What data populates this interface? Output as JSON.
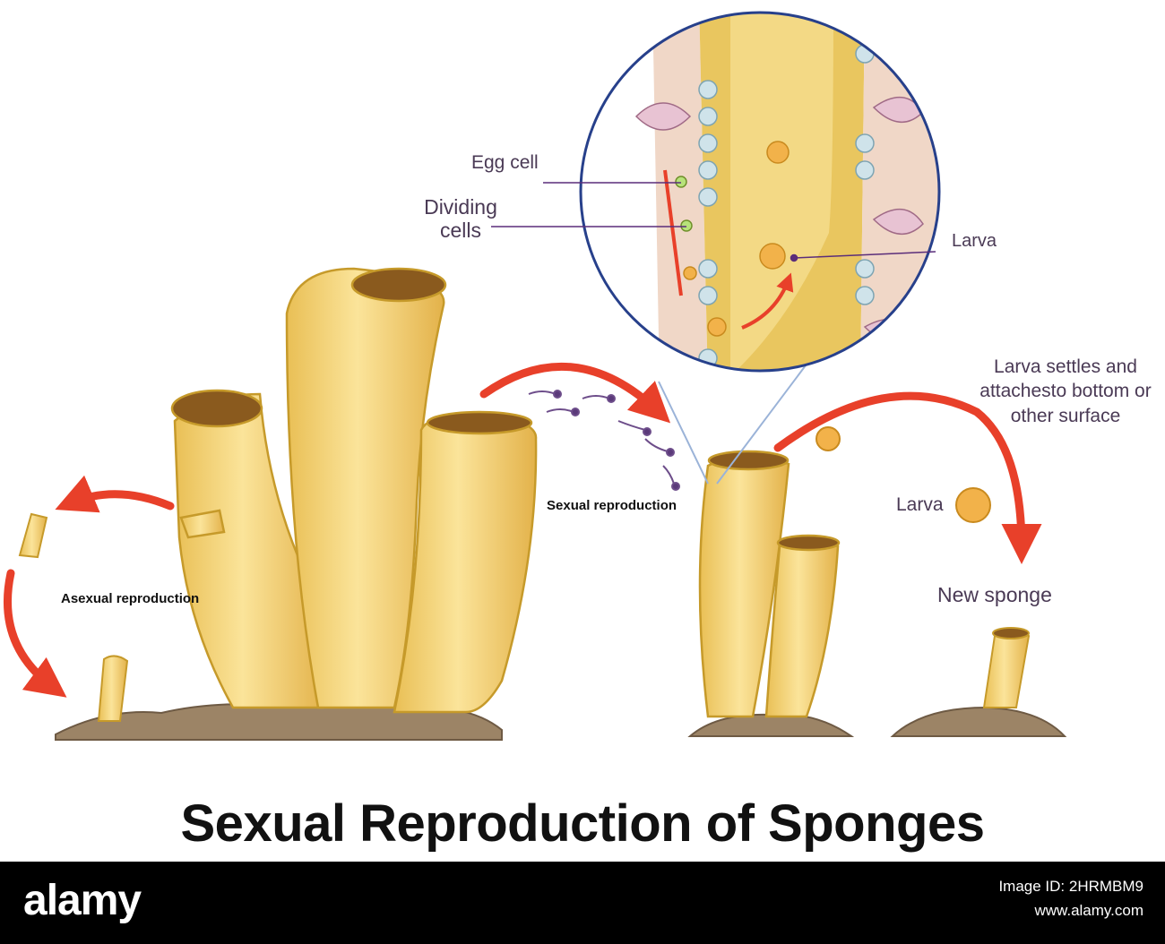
{
  "diagram": {
    "labels": {
      "egg_cell": "Egg cell",
      "dividing_cells": "Dividing cells",
      "larva_inset": "Larva",
      "larva_settles": "Larva settles and attachesto bottom or other surface",
      "larva": "Larva",
      "new_sponge": "New sponge",
      "sexual_reproduction": "Sexual reproduction",
      "asexual_reproduction": "Asexual reproduction"
    },
    "title": "Sexual Reproduction of Sponges",
    "colors": {
      "sponge_fill": "#f4d37a",
      "sponge_outline": "#c69a2a",
      "arrow": "#e8402a",
      "soil": "#9c8466",
      "inset_border": "#27408b",
      "leader_line": "#5a2d7a"
    }
  },
  "footer": {
    "brand": "alamy",
    "image_id": "Image ID: 2HRMBM9",
    "site": "www.alamy.com"
  }
}
